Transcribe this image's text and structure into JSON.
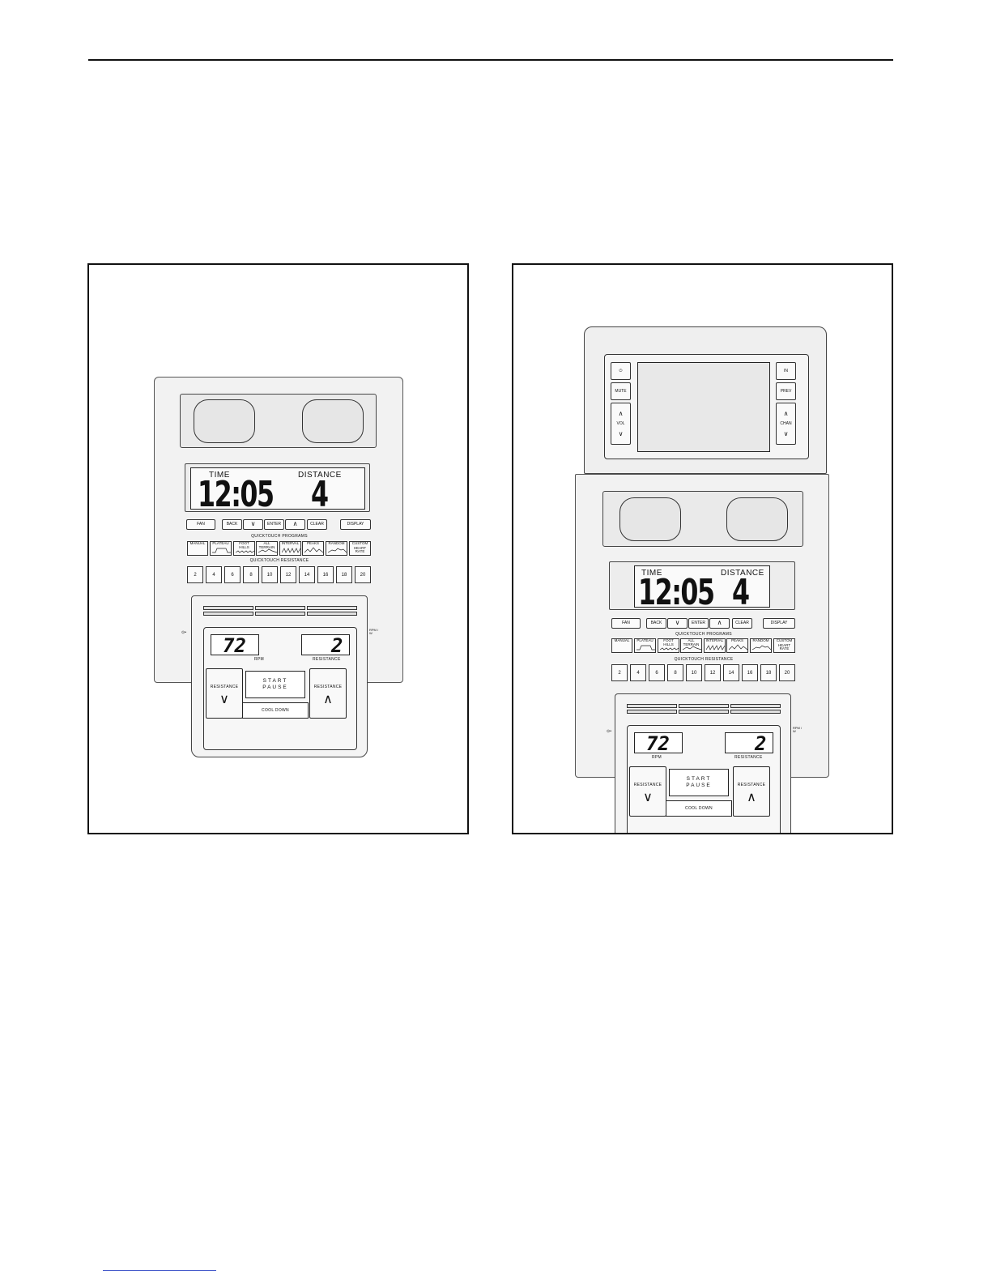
{
  "console": {
    "display": {
      "left_label": "TIME",
      "left_value": "12:05",
      "right_label": "DISTANCE",
      "right_value": "4"
    },
    "buttons": {
      "fan": "FAN",
      "back": "BACK",
      "down_arrow": "∨",
      "enter": "ENTER",
      "up_arrow": "∧",
      "clear": "CLEAR",
      "display": "DISPLAY"
    },
    "programs_caption": "QUICKTOUCH PROGRAMS",
    "programs": [
      {
        "line1": "MANUAL",
        "line2": ""
      },
      {
        "line1": "PLATEAU",
        "line2": ""
      },
      {
        "line1": "FOOT",
        "line2": "HILLS"
      },
      {
        "line1": "ALL",
        "line2": "TERRAIN"
      },
      {
        "line1": "INTERVAL",
        "line2": ""
      },
      {
        "line1": "PEAKS",
        "line2": ""
      },
      {
        "line1": "RANDOM",
        "line2": ""
      },
      {
        "line1": "CUSTOM",
        "line2": "HEART RATE"
      }
    ],
    "resistance_caption": "QUICKTOUCH RESISTANCE",
    "resistance_levels": [
      "2",
      "4",
      "6",
      "8",
      "10",
      "12",
      "14",
      "16",
      "18",
      "20"
    ],
    "lower": {
      "rpm_value": "72",
      "rpm_label": "RPM",
      "resistance_value": "2",
      "resistance_label": "RESISTANCE",
      "resistance_down_label": "RESISTANCE",
      "resistance_up_label": "RESISTANCE",
      "down_arrow": "∨",
      "up_arrow": "∧",
      "start_label": "START",
      "pause_label": "PAUSE",
      "cool_down_label": "COOL DOWN",
      "left_mark": "⊙•",
      "right_mark": "RPM / W"
    }
  },
  "tv": {
    "power_label": "⏻",
    "input_label": "IN",
    "mute_label": "MUTE",
    "prev_label": "PREV",
    "vol_label": "VOL",
    "chan_label": "CHAN",
    "up_arrow": "∧",
    "down_arrow": "∨"
  }
}
